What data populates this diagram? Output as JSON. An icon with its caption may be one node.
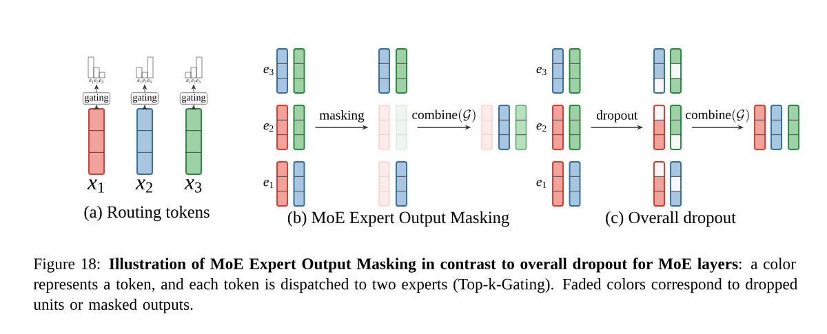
{
  "diagram": {
    "caption": "Figure 18: **Illustration of MoE Expert Output Masking in contrast to overall dropout for MoE layers**: a color represents a token, and each token is dispatched to two experts (Top-k-Gating). Faded colors correspond to dropped units or masked outputs.",
    "nodes": [
      {
        "text": [
          "*e*$_{1}$*e*$_{2}$*e*$_{3}$"
        ]
      },
      {
        "text": [
          "gating"
        ]
      },
      {
        "text": [],
        "shape": "bar",
        "beside": [
          "*x*$_{1}$"
        ]
      },
      {
        "text": [
          "*e*$_{1}$*e*$_{2}$*e*$_{3}$"
        ]
      },
      {
        "text": [
          "gating"
        ]
      },
      {
        "text": [],
        "shape": "bar",
        "beside": [
          "*x*$_{2}$"
        ]
      },
      {
        "text": [
          "*e*$_{1}$*e*$_{2}$*e*$_{3}$"
        ]
      },
      {
        "text": [
          "gating"
        ]
      },
      {
        "text": [],
        "shape": "bar",
        "beside": [
          "*x*$_{3}$"
        ]
      },
      {
        "text": [],
        "shape": "bar"
      },
      {
        "text": [],
        "shape": "bar"
      },
      {
        "text": [],
        "shape": "bar"
      },
      {
        "text": [],
        "shape": "bar"
      },
      {
        "text": [],
        "shape": "bar"
      },
      {
        "text": [],
        "shape": "bar"
      },
      {
        "text": [],
        "shape": "bar"
      },
      {
        "text": [],
        "shape": "bar"
      },
      {
        "text": [],
        "shape": "bar"
      },
      {
        "text": [],
        "shape": "bar"
      },
      {
        "text": [],
        "shape": "bar"
      },
      {
        "text": [],
        "shape": "bar"
      },
      {
        "text": [],
        "shape": "bar"
      },
      {
        "text": [],
        "shape": "bar"
      },
      {
        "text": [],
        "shape": "bar"
      },
      {
        "text": [],
        "shape": "bar"
      },
      {
        "text": [],
        "shape": "bar"
      },
      {
        "text": [],
        "shape": "bar"
      },
      {
        "text": [],
        "shape": "bar"
      },
      {
        "text": [],
        "shape": "bar"
      },
      {
        "text": [],
        "shape": "bar"
      },
      {
        "text": [],
        "shape": "bar"
      },
      {
        "text": [],
        "shape": "bar"
      },
      {
        "text": [],
        "shape": "bar"
      },
      {
        "text": [],
        "shape": "bar"
      },
      {
        "text": [],
        "shape": "bar"
      },
      {
        "text": [],
        "shape": "bar"
      },
      {
        "text": [],
        "shape": "bar"
      },
      {
        "text": [],
        "shape": "bar"
      },
      {
        "text": [],
        "shape": "bar"
      }
    ],
    "edges": [
      {
        "from": 2,
        "to": 1,
        "arrow": "to"
      },
      {
        "from": 1,
        "to": 0,
        "arrow": "to"
      },
      {
        "from": 5,
        "to": 4,
        "arrow": "to"
      },
      {
        "from": 4,
        "to": 3,
        "arrow": "to"
      },
      {
        "from": 8,
        "to": 7,
        "arrow": "to"
      },
      {
        "from": 7,
        "to": 6,
        "arrow": "to"
      },
      {
        "from": 12,
        "to": 17,
        "arrow": "to",
        "label": "\\mathrm{masking}"
      },
      {
        "from": 18,
        "to": 21,
        "arrow": "to",
        "label": "\\mathrm{combine}(\\mathcal{G})"
      },
      {
        "from": 27,
        "to": 32,
        "arrow": "to",
        "label": "\\mathrm{dropout}"
      },
      {
        "from": 33,
        "to": 36,
        "arrow": "to",
        "label": "\\mathrm{combine}(\\mathcal{G})"
      }
    ],
    "labels": [
      "*e*$_{3}$",
      "*e*$_{2}$",
      "*e*$_{1}$",
      "*e*$_{3}$",
      "*e*$_{2}$",
      "*e*$_{1}$",
      "(a) Routing tokens",
      "(b) MoE Expert Output Masking",
      "(c) Overall dropout"
    ]
  }
}
